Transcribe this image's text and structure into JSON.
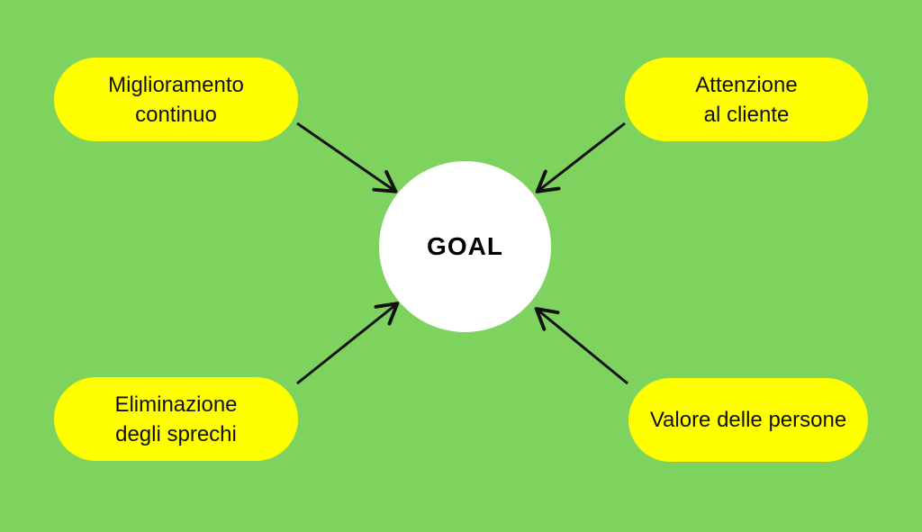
{
  "center": {
    "label": "GOAL"
  },
  "nodes": [
    {
      "id": "top-left",
      "lines": [
        "Miglioramento",
        "continuo"
      ]
    },
    {
      "id": "top-right",
      "lines": [
        "Attenzione",
        "al cliente"
      ]
    },
    {
      "id": "bottom-left",
      "lines": [
        "Eliminazione",
        "degli sprechi"
      ]
    },
    {
      "id": "bottom-right",
      "lines": [
        "Valore delle persone"
      ]
    }
  ],
  "colors": {
    "background": "#7ed35f",
    "node_fill": "#ffff00",
    "center_fill": "#ffffff",
    "arrow": "#111111"
  }
}
